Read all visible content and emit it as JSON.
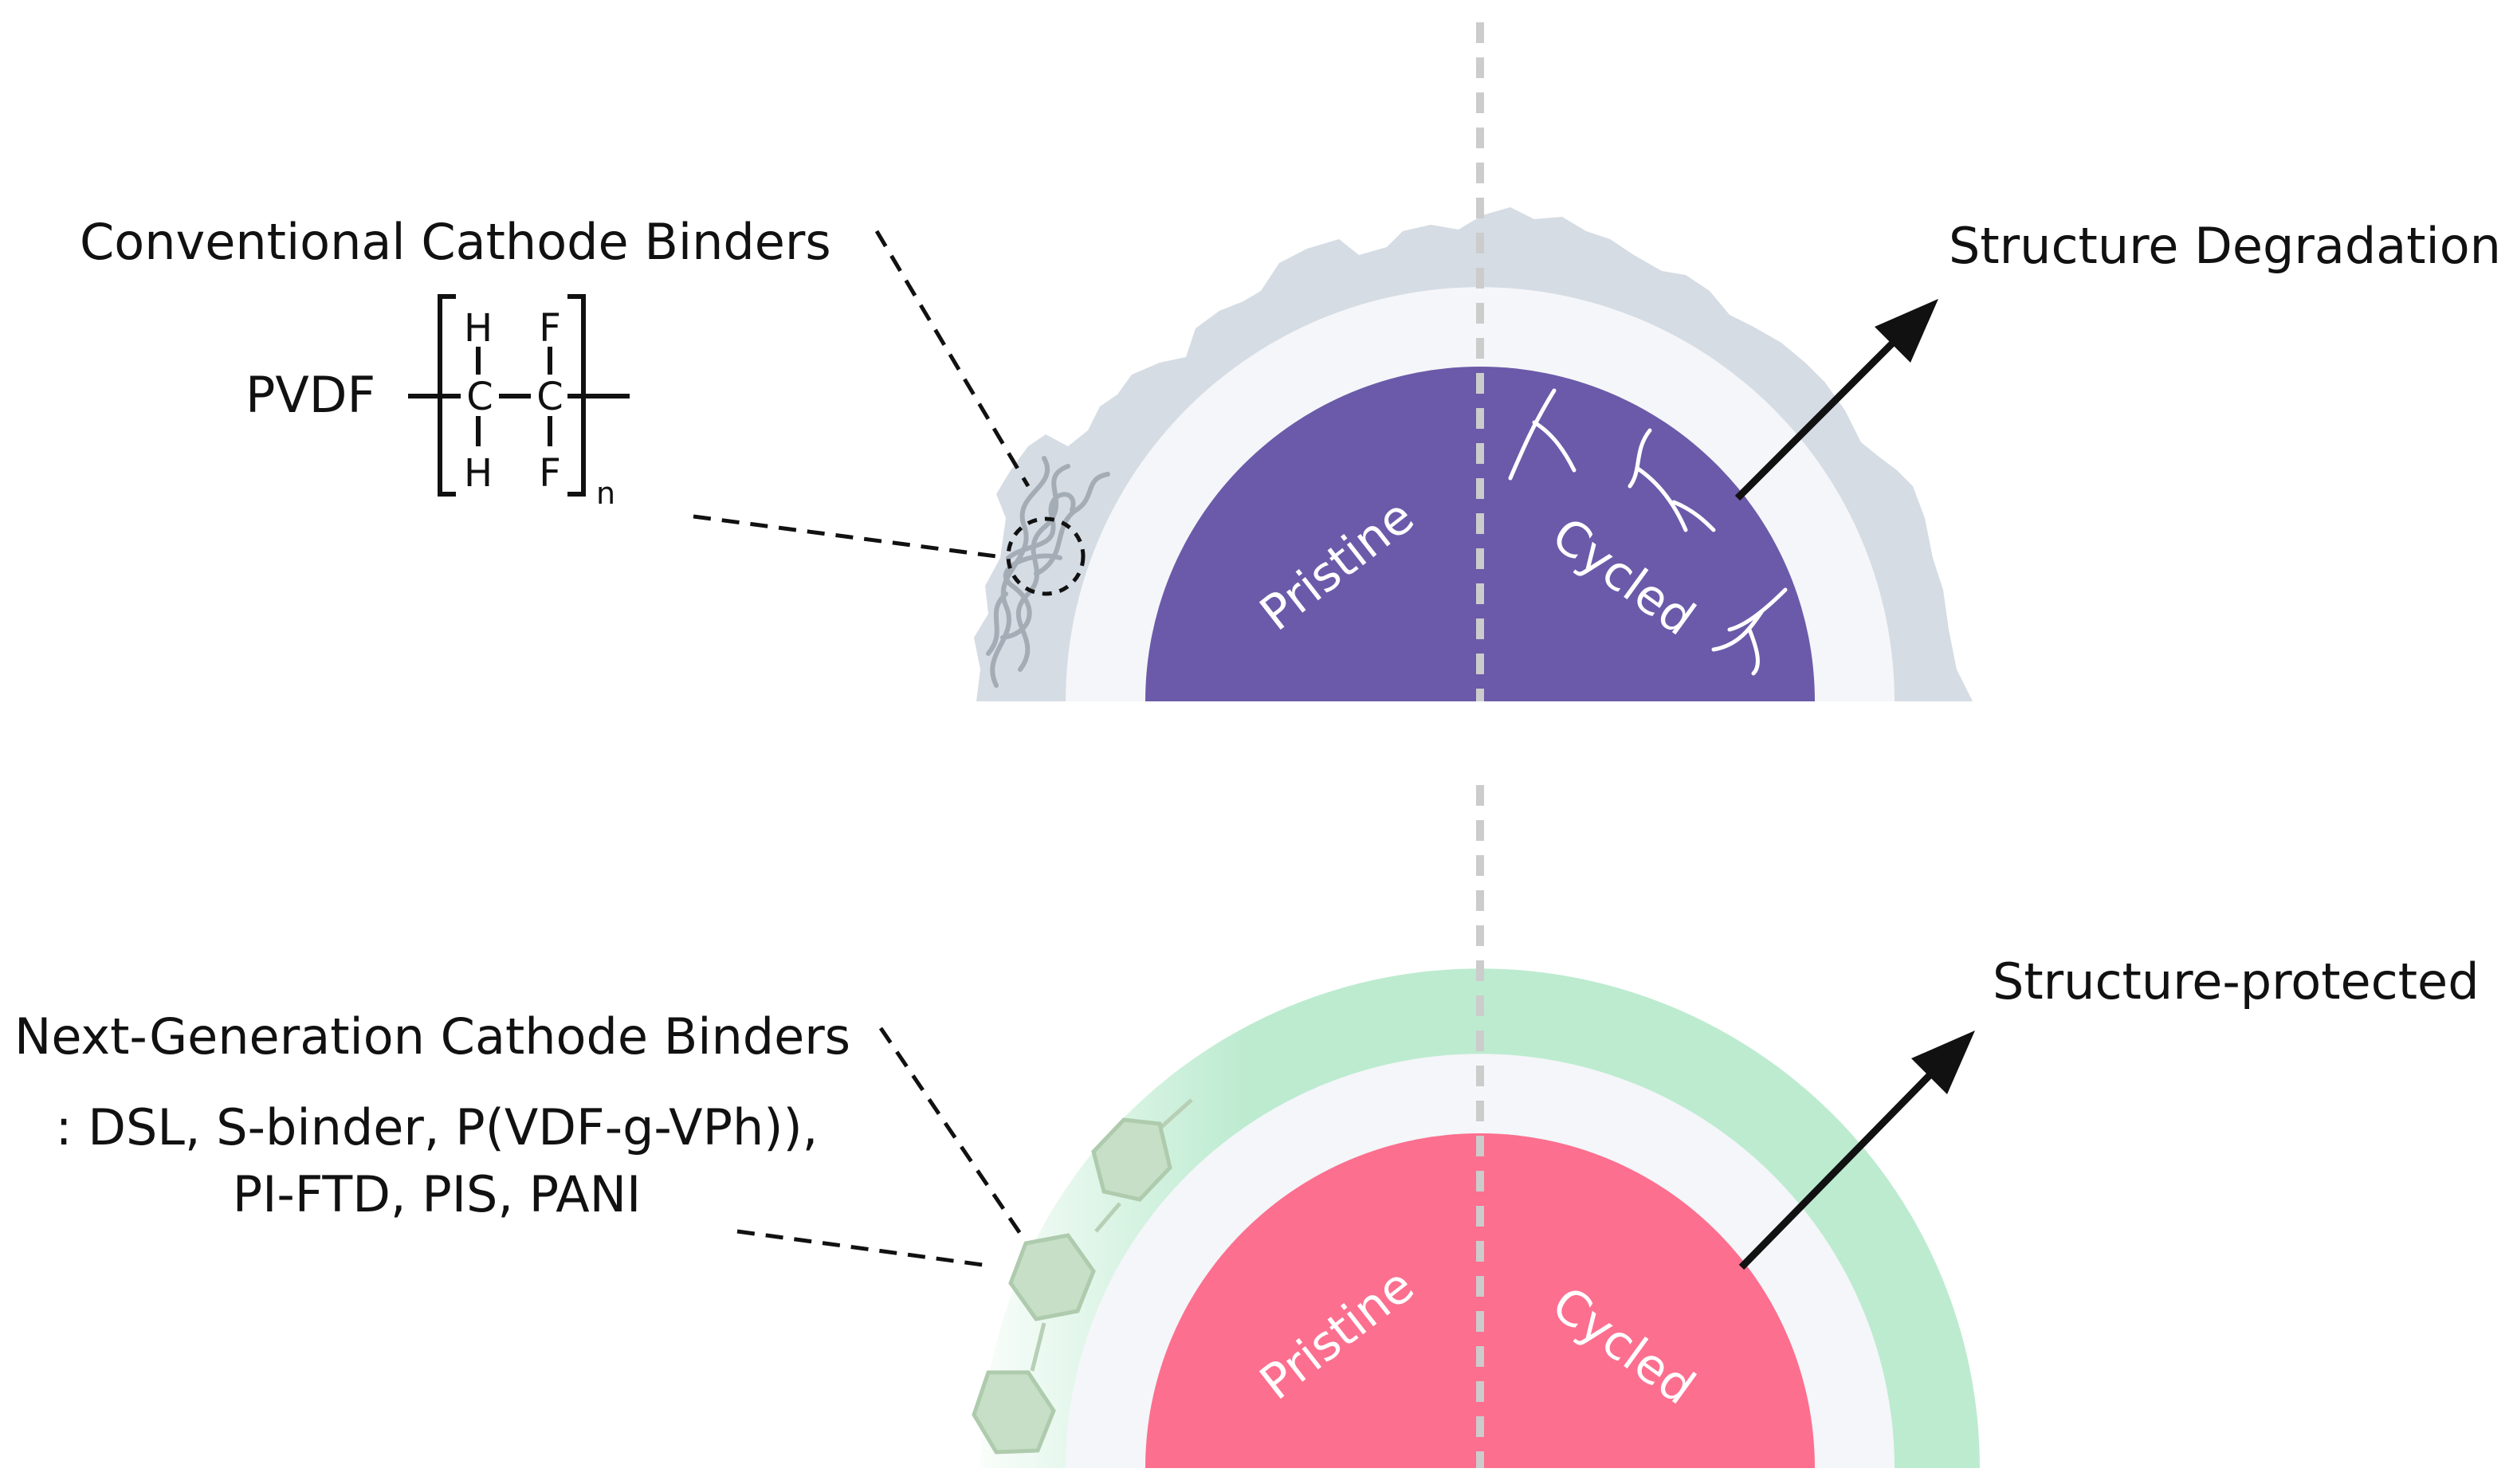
{
  "top_panel": {
    "binder_title": "Conventional Cathode Binders",
    "polymer_name": "PVDF",
    "formula": {
      "atom_h_top": "H",
      "atom_f_top": "F",
      "atom_c_left": "C",
      "atom_c_right": "C",
      "atom_h_bottom": "H",
      "atom_f_bottom": "F",
      "subscript": "n"
    },
    "core_left_label": "Pristine",
    "core_right_label": "Cycled",
    "outcome_label": "Structure Degradation",
    "core_color": "#6b5aa9"
  },
  "bottom_panel": {
    "binder_title": "Next-Generation Cathode Binders",
    "binder_examples_line1": ": DSL, S-binder, P(VDF-g-VPh)),",
    "binder_examples_line2": "PI-FTD, PIS, PANI",
    "core_left_label": "Pristine",
    "core_right_label": "Cycled",
    "outcome_label": "Structure-protected",
    "core_color": "#fc6f8f",
    "coating_color": "#bdebd0"
  },
  "colors": {
    "shell": "#f4f6f9",
    "deposit": "#d5dce4",
    "divider": "#cccccc"
  }
}
